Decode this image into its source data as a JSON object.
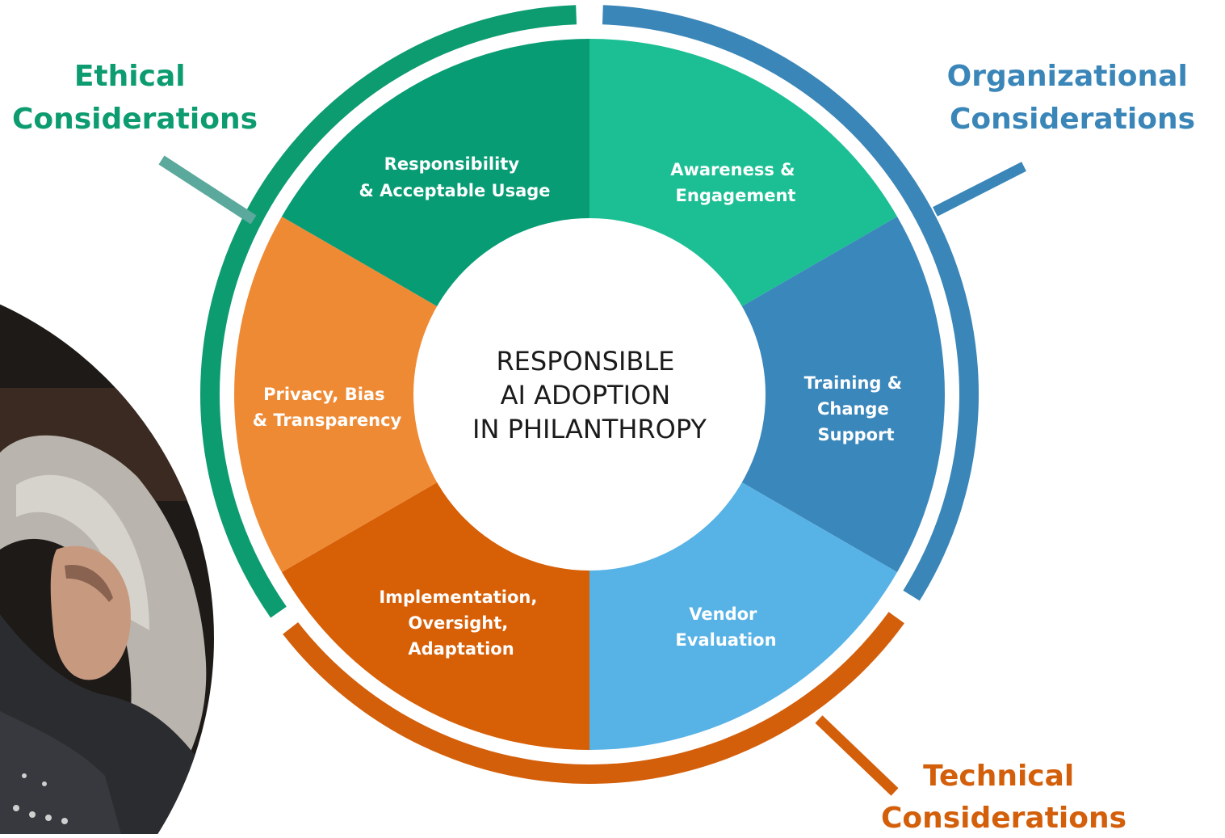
{
  "center_title": [
    "RESPONSIBLE",
    "AI ADOPTION",
    "IN PHILANTHROPY"
  ],
  "categories": {
    "ethical": {
      "lines": [
        "Ethical",
        "Considerations"
      ],
      "color": "#0d9b70"
    },
    "organizational": {
      "lines": [
        "Organizational",
        "Considerations"
      ],
      "color": "#3a86b8"
    },
    "technical": {
      "lines": [
        "Technical",
        "Considerations"
      ],
      "color": "#d35f0b"
    }
  },
  "segments": [
    {
      "id": "responsibility",
      "lines": [
        "Responsibility",
        "& Acceptable Usage"
      ],
      "color": "#1cbf94"
    },
    {
      "id": "awareness",
      "lines": [
        "Awareness &",
        "Engagement"
      ],
      "color": "#3a87bb"
    },
    {
      "id": "training",
      "lines": [
        "Training &",
        "Change",
        "Support"
      ],
      "color": "#57b2e6"
    },
    {
      "id": "vendor",
      "lines": [
        "Vendor",
        "Evaluation"
      ],
      "color": "#d75f06"
    },
    {
      "id": "implementation",
      "lines": [
        "Implementation,",
        "Oversight,",
        "Adaptation"
      ],
      "color": "#ef8a34"
    },
    {
      "id": "privacy",
      "lines": [
        "Privacy, Bias",
        "& Transparency"
      ],
      "color": "#079c74"
    }
  ],
  "photo": {
    "subject": "person-with-long-grey-hair-in-denim-jacket"
  }
}
